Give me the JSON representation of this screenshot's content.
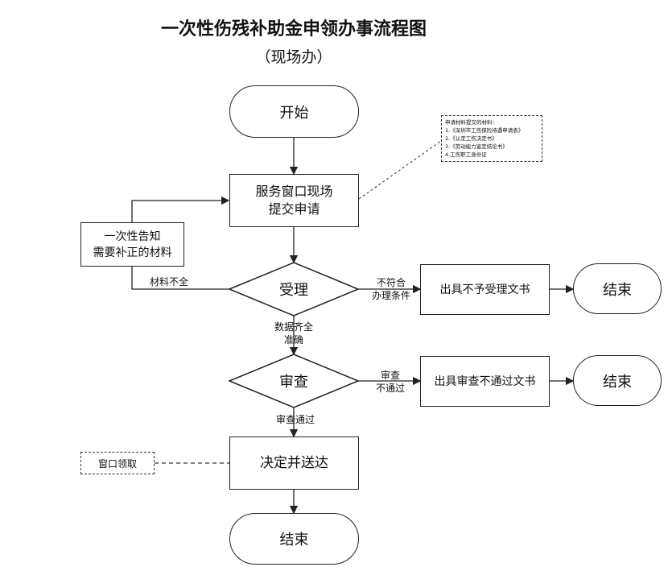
{
  "title": "一次性伤残补助金申领办事流程图",
  "subtitle": "（现场办）",
  "nodes": {
    "start": "开始",
    "submit_line1": "服务窗口现场",
    "submit_line2": "提交申请",
    "accept": "受理",
    "review": "审查",
    "decide": "决定并送达",
    "notify_line1": "一次性告知",
    "notify_line2": "需要补正的材料",
    "reject_accept": "出具不予受理文书",
    "reject_review": "出具审查不通过文书",
    "end1": "结束",
    "end2": "结束",
    "end3": "结束",
    "pickup": "窗口领取"
  },
  "edges": {
    "incomplete": "材料不全",
    "not_meet_line1": "不符合",
    "not_meet_line2": "办理条件",
    "complete_line1": "数据齐全",
    "complete_line2": "准确",
    "review_fail_line1": "审查",
    "review_fail_line2": "不通过",
    "review_pass": "审查通过"
  },
  "materials_note": {
    "heading": "申请材料提交的材料：",
    "items": [
      "1.《深圳市工伤保险待遇申请表》",
      "2.《认定工伤决定书》",
      "3.《劳动能力鉴定结论书》",
      "4.工伤职工身份证"
    ]
  }
}
